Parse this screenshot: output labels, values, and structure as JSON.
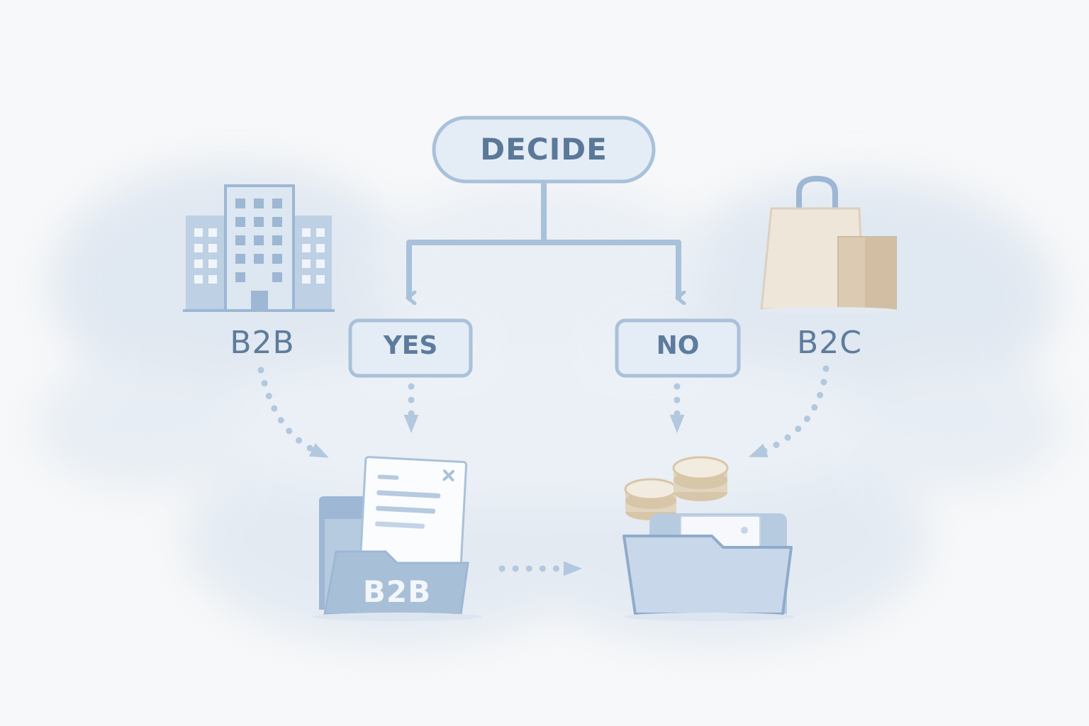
{
  "nodes": {
    "decide": "DECIDE",
    "yes": "YES",
    "no": "NO",
    "b2b": "B2B",
    "b2c": "B2C",
    "folder_b2b": "B2B"
  },
  "icons": {
    "left_top": "office-building-icon",
    "right_top": "shopping-bags-icon",
    "left_bottom": "b2b-folder-with-document-icon",
    "right_bottom": "open-folder-icon",
    "coins": "coin-stacks-icon"
  },
  "colors": {
    "line": "#a9c1da",
    "box_fill": "#e4ecf5",
    "text": "#5d7c9d",
    "folder": "#9db7d4",
    "bag": "#efe6da",
    "coin": "#e2d5bf"
  }
}
